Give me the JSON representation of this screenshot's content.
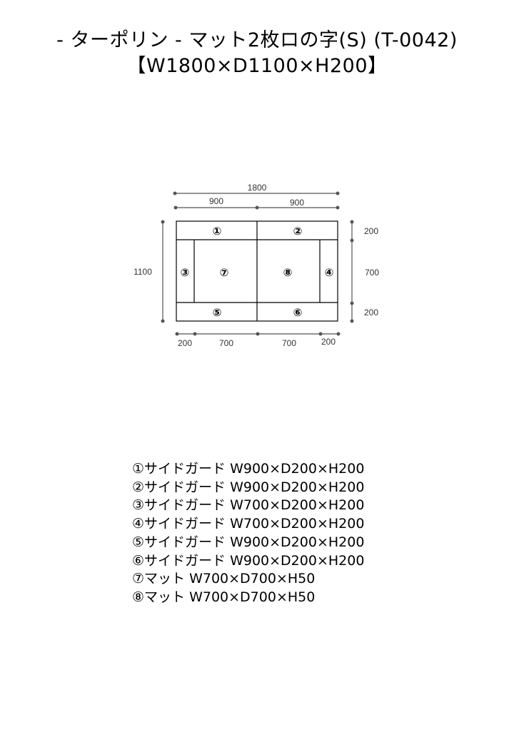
{
  "title": {
    "line1": "- ターポリン - マット2枚ロの字(S) (T-0042)",
    "line2": "【W1800×D1100×H200】"
  },
  "diagram": {
    "dimensions": {
      "overall_width": "1800",
      "half_width_left": "900",
      "half_width_right": "900",
      "overall_depth": "1100",
      "right_top": "200",
      "right_middle": "700",
      "right_bottom": "200",
      "bottom_left_guard": "200",
      "bottom_left_mat": "700",
      "bottom_right_mat": "700",
      "bottom_right_guard": "200"
    },
    "parts": [
      "①",
      "②",
      "③",
      "④",
      "⑤",
      "⑥",
      "⑦",
      "⑧"
    ]
  },
  "legend": [
    "①サイドガード W900×D200×H200",
    "②サイドガード W900×D200×H200",
    "③サイドガード W700×D200×H200",
    "④サイドガード W700×D200×H200",
    "⑤サイドガード W900×D200×H200",
    "⑥サイドガード W900×D200×H200",
    "⑦マット W700×D700×H50",
    "⑧マット W700×D700×H50"
  ]
}
